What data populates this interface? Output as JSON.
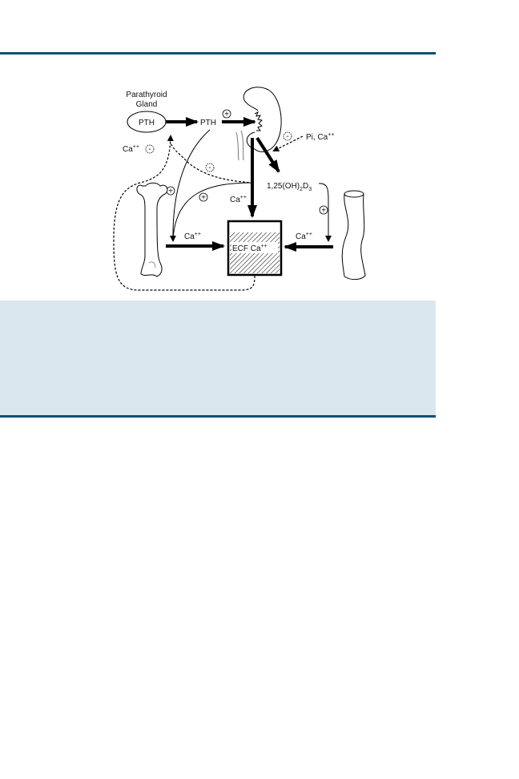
{
  "figure": {
    "labels": {
      "parathyroid_line1": "Parathyroid",
      "parathyroid_line2": "Gland",
      "pth_in_gland": "PTH",
      "pth": "PTH",
      "pi_ca": "Pi, Ca",
      "pi_ca_sup": "++",
      "vitamin_d_main": "1,25(OH)",
      "vitamin_d_sub1": "2",
      "vitamin_d_d": "D",
      "vitamin_d_sub2": "3",
      "ca": "Ca",
      "ca_sup": "++",
      "ecf": "ECF Ca",
      "plus": "+",
      "minus": "-"
    }
  },
  "caption": {},
  "colors": {
    "rule": "#0b4f79",
    "caption_bg": "#dbe7ef"
  }
}
